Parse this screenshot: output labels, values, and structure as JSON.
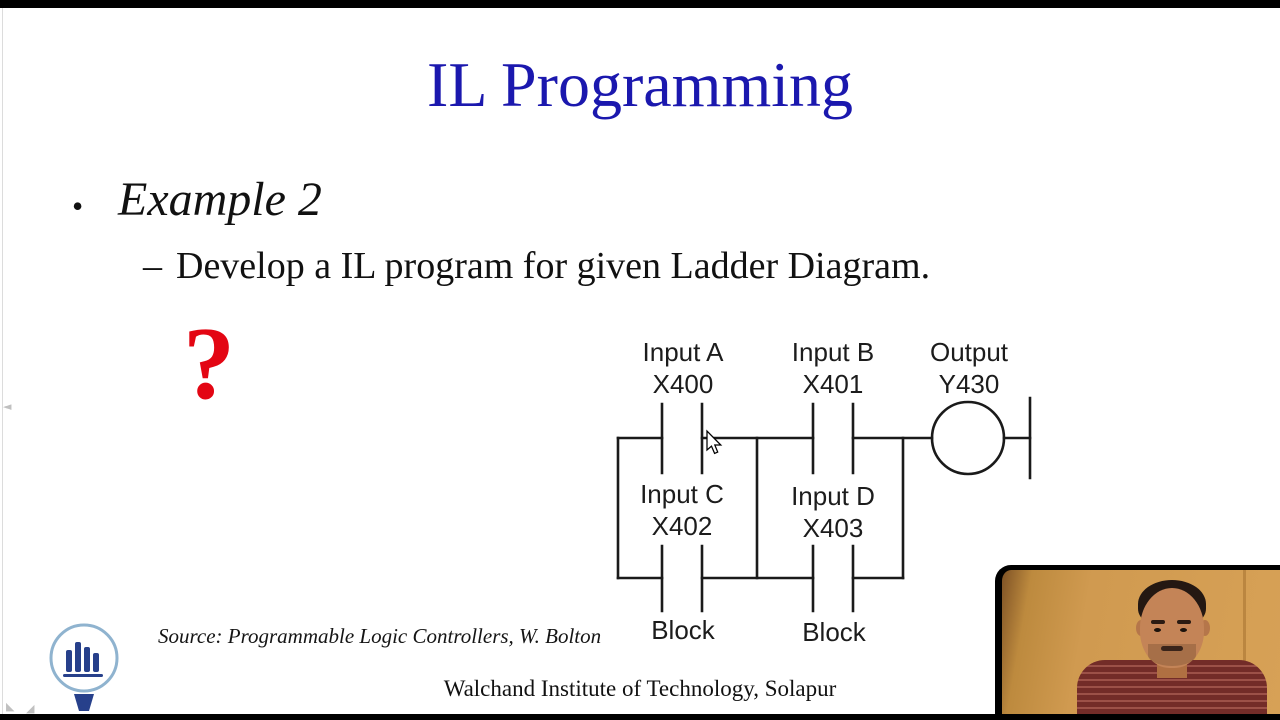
{
  "slide": {
    "title": "IL Programming",
    "title_color": "#1b18ae",
    "bullet_marker": "•",
    "example_heading": "Example 2",
    "sub_bullet_dash": "–",
    "sub_bullet_text": "Develop a IL program for given Ladder Diagram.",
    "question_mark": "?",
    "question_color": "#e30613",
    "source_note": "Source: Programmable Logic Controllers, W. Bolton",
    "footer": "Walchand Institute of Technology, Solapur"
  },
  "ladder": {
    "type": "ladder-logic-diagram",
    "line_color": "#1a1a1a",
    "contacts": {
      "input_a": {
        "label": "Input A",
        "address": "X400"
      },
      "input_b": {
        "label": "Input B",
        "address": "X401"
      },
      "input_c": {
        "label": "Input C",
        "address": "X402"
      },
      "input_d": {
        "label": "Input D",
        "address": "X403"
      }
    },
    "coil": {
      "label": "Output",
      "address": "Y430"
    },
    "block_label_1": "Block",
    "block_label_2": "Block"
  },
  "webcam": {
    "wall_color": "#d09a50",
    "shirt_color": "#7b2f2c"
  }
}
